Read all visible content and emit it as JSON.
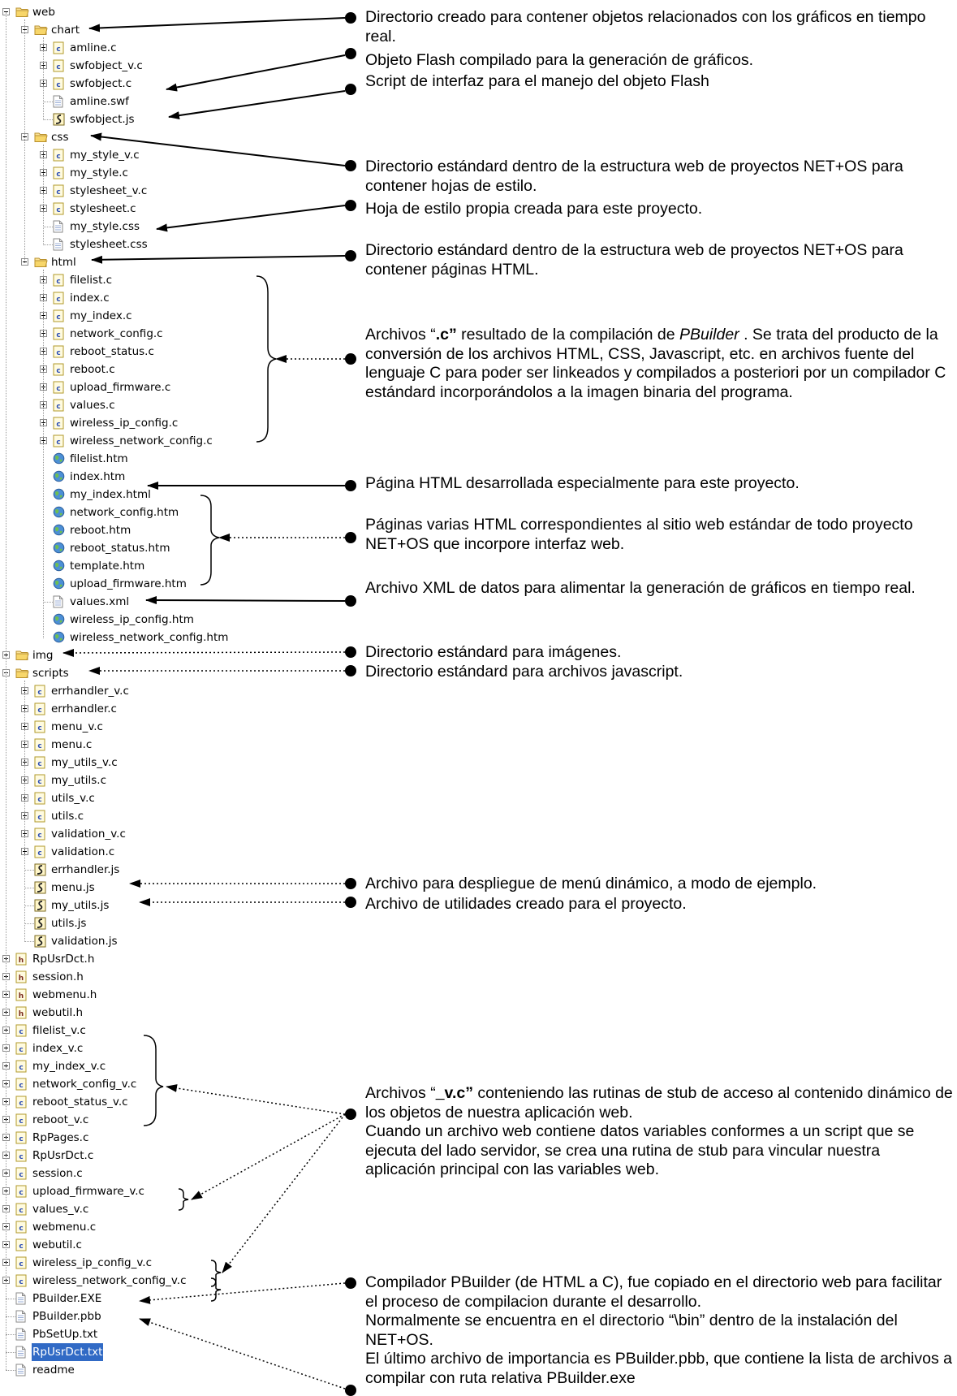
{
  "tree": [
    {
      "id": "web",
      "label": "web",
      "depth": 0,
      "kind": "folder",
      "toggle": "minus"
    },
    {
      "id": "chart",
      "label": "chart",
      "depth": 1,
      "kind": "folder",
      "toggle": "minus"
    },
    {
      "id": "amline_c",
      "label": "amline.c",
      "depth": 2,
      "kind": "c",
      "toggle": "plus"
    },
    {
      "id": "swfobject_v_c",
      "label": "swfobject_v.c",
      "depth": 2,
      "kind": "c",
      "toggle": "plus"
    },
    {
      "id": "swfobject_c",
      "label": "swfobject.c",
      "depth": 2,
      "kind": "c",
      "toggle": "plus"
    },
    {
      "id": "amline_swf",
      "label": "amline.swf",
      "depth": 2,
      "kind": "file"
    },
    {
      "id": "swfobject_js",
      "label": "swfobject.js",
      "depth": 2,
      "kind": "js"
    },
    {
      "id": "css",
      "label": "css",
      "depth": 1,
      "kind": "folder",
      "toggle": "minus"
    },
    {
      "id": "my_style_v_c",
      "label": "my_style_v.c",
      "depth": 2,
      "kind": "c",
      "toggle": "plus"
    },
    {
      "id": "my_style_c",
      "label": "my_style.c",
      "depth": 2,
      "kind": "c",
      "toggle": "plus"
    },
    {
      "id": "stylesheet_v_c",
      "label": "stylesheet_v.c",
      "depth": 2,
      "kind": "c",
      "toggle": "plus"
    },
    {
      "id": "stylesheet_c",
      "label": "stylesheet.c",
      "depth": 2,
      "kind": "c",
      "toggle": "plus"
    },
    {
      "id": "my_style_css",
      "label": "my_style.css",
      "depth": 2,
      "kind": "file"
    },
    {
      "id": "stylesheet_css",
      "label": "stylesheet.css",
      "depth": 2,
      "kind": "file"
    },
    {
      "id": "html",
      "label": "html",
      "depth": 1,
      "kind": "folder",
      "toggle": "minus"
    },
    {
      "id": "filelist_c",
      "label": "filelist.c",
      "depth": 2,
      "kind": "c",
      "toggle": "plus"
    },
    {
      "id": "index_c",
      "label": "index.c",
      "depth": 2,
      "kind": "c",
      "toggle": "plus"
    },
    {
      "id": "my_index_c",
      "label": "my_index.c",
      "depth": 2,
      "kind": "c",
      "toggle": "plus"
    },
    {
      "id": "network_config_c",
      "label": "network_config.c",
      "depth": 2,
      "kind": "c",
      "toggle": "plus"
    },
    {
      "id": "reboot_status_c",
      "label": "reboot_status.c",
      "depth": 2,
      "kind": "c",
      "toggle": "plus"
    },
    {
      "id": "reboot_c",
      "label": "reboot.c",
      "depth": 2,
      "kind": "c",
      "toggle": "plus"
    },
    {
      "id": "upload_firmware_c",
      "label": "upload_firmware.c",
      "depth": 2,
      "kind": "c",
      "toggle": "plus"
    },
    {
      "id": "values_c",
      "label": "values.c",
      "depth": 2,
      "kind": "c",
      "toggle": "plus"
    },
    {
      "id": "wireless_ip_config_c",
      "label": "wireless_ip_config.c",
      "depth": 2,
      "kind": "c",
      "toggle": "plus"
    },
    {
      "id": "wireless_network_config_c",
      "label": "wireless_network_config.c",
      "depth": 2,
      "kind": "c",
      "toggle": "plus"
    },
    {
      "id": "filelist_htm",
      "label": "filelist.htm",
      "depth": 2,
      "kind": "htm",
      "noHConn": true
    },
    {
      "id": "index_htm",
      "label": "index.htm",
      "depth": 2,
      "kind": "htm",
      "noHConn": true
    },
    {
      "id": "my_index_html",
      "label": "my_index.html",
      "depth": 2,
      "kind": "htm",
      "noHConn": true
    },
    {
      "id": "network_config_htm",
      "label": "network_config.htm",
      "depth": 2,
      "kind": "htm",
      "noHConn": true
    },
    {
      "id": "reboot_htm",
      "label": "reboot.htm",
      "depth": 2,
      "kind": "htm",
      "noHConn": true
    },
    {
      "id": "reboot_status_htm",
      "label": "reboot_status.htm",
      "depth": 2,
      "kind": "htm",
      "noHConn": true
    },
    {
      "id": "template_htm",
      "label": "template.htm",
      "depth": 2,
      "kind": "htm",
      "noHConn": true
    },
    {
      "id": "upload_firmware_htm",
      "label": "upload_firmware.htm",
      "depth": 2,
      "kind": "htm",
      "noHConn": true
    },
    {
      "id": "values_xml",
      "label": "values.xml",
      "depth": 2,
      "kind": "file"
    },
    {
      "id": "wireless_ip_config_htm",
      "label": "wireless_ip_config.htm",
      "depth": 2,
      "kind": "htm",
      "noHConn": true
    },
    {
      "id": "wireless_network_config_htm",
      "label": "wireless_network_config.htm",
      "depth": 2,
      "kind": "htm",
      "noHConn": true
    },
    {
      "id": "img",
      "label": "img",
      "depth": 0,
      "kind": "folder",
      "toggle": "plus"
    },
    {
      "id": "scripts",
      "label": "scripts",
      "depth": 0,
      "kind": "folder",
      "toggle": "minus"
    },
    {
      "id": "errhandler_v_c",
      "label": "errhandler_v.c",
      "depth": 1,
      "kind": "c",
      "toggle": "plus"
    },
    {
      "id": "errhandler_c",
      "label": "errhandler.c",
      "depth": 1,
      "kind": "c",
      "toggle": "plus"
    },
    {
      "id": "menu_v_c",
      "label": "menu_v.c",
      "depth": 1,
      "kind": "c",
      "toggle": "plus"
    },
    {
      "id": "menu_c",
      "label": "menu.c",
      "depth": 1,
      "kind": "c",
      "toggle": "plus"
    },
    {
      "id": "my_utils_v_c",
      "label": "my_utils_v.c",
      "depth": 1,
      "kind": "c",
      "toggle": "plus"
    },
    {
      "id": "my_utils_c",
      "label": "my_utils.c",
      "depth": 1,
      "kind": "c",
      "toggle": "plus"
    },
    {
      "id": "utils_v_c",
      "label": "utils_v.c",
      "depth": 1,
      "kind": "c",
      "toggle": "plus"
    },
    {
      "id": "utils_c",
      "label": "utils.c",
      "depth": 1,
      "kind": "c",
      "toggle": "plus"
    },
    {
      "id": "validation_v_c",
      "label": "validation_v.c",
      "depth": 1,
      "kind": "c",
      "toggle": "plus"
    },
    {
      "id": "validation_c",
      "label": "validation.c",
      "depth": 1,
      "kind": "c",
      "toggle": "plus"
    },
    {
      "id": "errhandler_js",
      "label": "errhandler.js",
      "depth": 1,
      "kind": "js"
    },
    {
      "id": "menu_js",
      "label": "menu.js",
      "depth": 1,
      "kind": "js"
    },
    {
      "id": "my_utils_js",
      "label": "my_utils.js",
      "depth": 1,
      "kind": "js"
    },
    {
      "id": "utils_js",
      "label": "utils.js",
      "depth": 1,
      "kind": "js"
    },
    {
      "id": "validation_js",
      "label": "validation.js",
      "depth": 1,
      "kind": "js"
    },
    {
      "id": "RpUsrDct_h",
      "label": "RpUsrDct.h",
      "depth": 0,
      "kind": "h",
      "toggle": "plus"
    },
    {
      "id": "session_h",
      "label": "session.h",
      "depth": 0,
      "kind": "h",
      "toggle": "plus"
    },
    {
      "id": "webmenu_h",
      "label": "webmenu.h",
      "depth": 0,
      "kind": "h",
      "toggle": "plus"
    },
    {
      "id": "webutil_h",
      "label": "webutil.h",
      "depth": 0,
      "kind": "h",
      "toggle": "plus"
    },
    {
      "id": "filelist_v_c",
      "label": "filelist_v.c",
      "depth": 0,
      "kind": "c",
      "toggle": "plus"
    },
    {
      "id": "index_v_c",
      "label": "index_v.c",
      "depth": 0,
      "kind": "c",
      "toggle": "plus"
    },
    {
      "id": "my_index_v_c",
      "label": "my_index_v.c",
      "depth": 0,
      "kind": "c",
      "toggle": "plus"
    },
    {
      "id": "network_config_v_c",
      "label": "network_config_v.c",
      "depth": 0,
      "kind": "c",
      "toggle": "plus"
    },
    {
      "id": "reboot_status_v_c",
      "label": "reboot_status_v.c",
      "depth": 0,
      "kind": "c",
      "toggle": "plus"
    },
    {
      "id": "reboot_v_c",
      "label": "reboot_v.c",
      "depth": 0,
      "kind": "c",
      "toggle": "plus"
    },
    {
      "id": "RpPages_c",
      "label": "RpPages.c",
      "depth": 0,
      "kind": "c",
      "toggle": "plus"
    },
    {
      "id": "RpUsrDct_c",
      "label": "RpUsrDct.c",
      "depth": 0,
      "kind": "c",
      "toggle": "plus"
    },
    {
      "id": "session_c",
      "label": "session.c",
      "depth": 0,
      "kind": "c",
      "toggle": "plus"
    },
    {
      "id": "upload_firmware_v_c",
      "label": "upload_firmware_v.c",
      "depth": 0,
      "kind": "c",
      "toggle": "plus"
    },
    {
      "id": "values_v_c",
      "label": "values_v.c",
      "depth": 0,
      "kind": "c",
      "toggle": "plus"
    },
    {
      "id": "webmenu_c",
      "label": "webmenu.c",
      "depth": 0,
      "kind": "c",
      "toggle": "plus"
    },
    {
      "id": "webutil_c",
      "label": "webutil.c",
      "depth": 0,
      "kind": "c",
      "toggle": "plus"
    },
    {
      "id": "wireless_ip_config_v_c",
      "label": "wireless_ip_config_v.c",
      "depth": 0,
      "kind": "c",
      "toggle": "plus"
    },
    {
      "id": "wireless_network_config_v_c",
      "label": "wireless_network_config_v.c",
      "depth": 0,
      "kind": "c",
      "toggle": "plus"
    },
    {
      "id": "PBuilder_EXE",
      "label": "PBuilder.EXE",
      "depth": 0,
      "kind": "file"
    },
    {
      "id": "PBuilder_pbb",
      "label": "PBuilder.pbb",
      "depth": 0,
      "kind": "file"
    },
    {
      "id": "PbSetUp_txt",
      "label": "PbSetUp.txt",
      "depth": 0,
      "kind": "file"
    },
    {
      "id": "RpUsrDct_txt",
      "label": "RpUsrDct.txt",
      "depth": 0,
      "kind": "file",
      "selected": true
    },
    {
      "id": "readme",
      "label": "readme",
      "depth": 0,
      "kind": "file"
    }
  ],
  "annotations": [
    {
      "id": "chart-dir",
      "html": "Directorio creado para contener objetos relacionados con los gráficos en tiempo real."
    },
    {
      "id": "flash-object",
      "html": "Objeto Flash compilado para la generación de gráficos."
    },
    {
      "id": "flash-script",
      "html": "Script de interfaz para el manejo del objeto Flash"
    },
    {
      "id": "css-dir",
      "html": "Directorio estándard dentro de la estructura web de proyectos NET+OS para contener hojas de estilo."
    },
    {
      "id": "own-stylesheet",
      "html": "Hoja de estilo propia creada para este proyecto."
    },
    {
      "id": "html-dir",
      "html": "Directorio estándard dentro de la estructura web de proyectos NET+OS para contener páginas HTML."
    },
    {
      "id": "c-files",
      "html": "Archivos “<b>.c”</b> resultado de la compilación de <i>PBuilder</i> . Se trata del producto de la conversión de los archivos HTML, CSS, Javascript, etc. en archivos fuente del lenguaje C para poder ser linkeados y compilados a posteriori por un compilador C estándard incorporándolos a la imagen binaria del programa."
    },
    {
      "id": "project-page",
      "html": "Página HTML desarrollada especialmente para este proyecto."
    },
    {
      "id": "standard-pages",
      "html": "Páginas varias HTML correspondientes al sitio web estándar de todo proyecto NET+OS que incorpore interfaz web."
    },
    {
      "id": "xml-data",
      "html": "Archivo XML de datos para alimentar la generación de gráficos en tiempo real."
    },
    {
      "id": "img-dir",
      "html": "Directorio estándard para imágenes."
    },
    {
      "id": "scripts-dir",
      "html": "Directorio estándard para archivos javascript."
    },
    {
      "id": "menu-file",
      "html": "Archivo para despliegue de menú dinámico, a modo de ejemplo."
    },
    {
      "id": "utils-file",
      "html": "Archivo de utilidades creado para el proyecto."
    },
    {
      "id": "stub-files",
      "html": "Archivos “<b><u>_</u>v.c”</b> conteniendo las rutinas de stub de acceso al contenido dinámico de los objetos de nuestra aplicación web.<br>Cuando un archivo web contiene datos variables conformes a un script que se ejecuta del lado servidor, se crea una rutina de stub para vincular nuestra aplicación principal con las variables web."
    },
    {
      "id": "pbuilder",
      "html": "Compilador PBuilder (de HTML a C), fue copiado en el directorio web para facilitar el proceso de compilacion durante el desarrollo.<br>Normalmente se encuentra en el directorio “\\bin” dentro de la instalación del NET+OS.<br>El último archivo de importancia es PBuilder.pbb, que contiene la lista de archivos a compilar con ruta relativa PBuilder.exe"
    }
  ]
}
